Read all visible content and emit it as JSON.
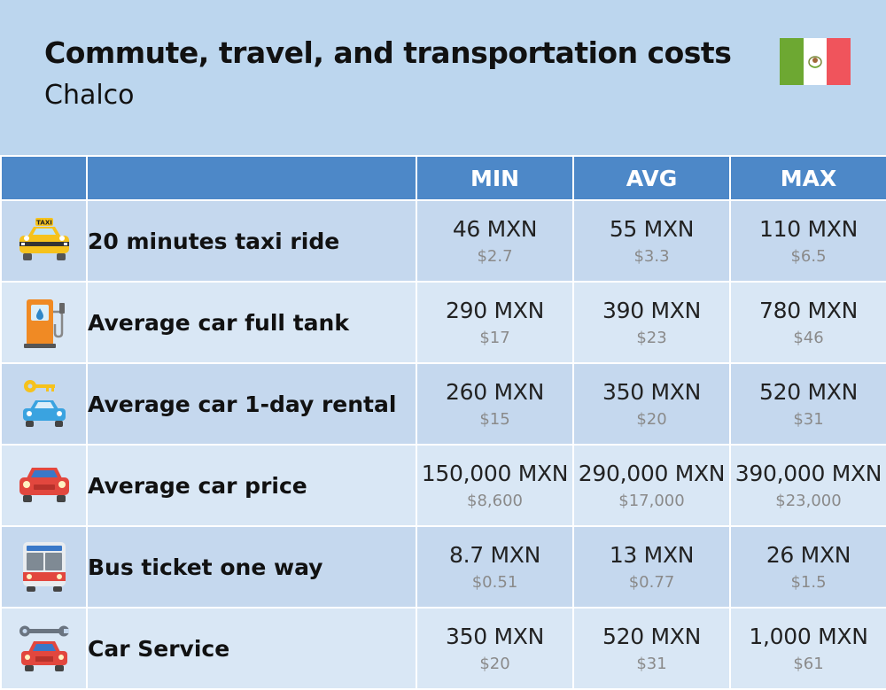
{
  "header": {
    "title": "Commute, travel, and transportation costs",
    "subtitle": "Chalco",
    "flag_icon": "mexico-flag-icon"
  },
  "table": {
    "columns": [
      "MIN",
      "AVG",
      "MAX"
    ],
    "rows": [
      {
        "icon": "taxi-icon",
        "label": "20 minutes taxi ride",
        "min": "46 MXN",
        "min_usd": "$2.7",
        "avg": "55 MXN",
        "avg_usd": "$3.3",
        "max": "110 MXN",
        "max_usd": "$6.5"
      },
      {
        "icon": "fuel-pump-icon",
        "label": "Average car full tank",
        "min": "290 MXN",
        "min_usd": "$17",
        "avg": "390 MXN",
        "avg_usd": "$23",
        "max": "780 MXN",
        "max_usd": "$46"
      },
      {
        "icon": "car-key-icon",
        "label": "Average car 1-day rental",
        "min": "260 MXN",
        "min_usd": "$15",
        "avg": "350 MXN",
        "avg_usd": "$20",
        "max": "520 MXN",
        "max_usd": "$31"
      },
      {
        "icon": "red-car-icon",
        "label": "Average car price",
        "min": "150,000 MXN",
        "min_usd": "$8,600",
        "avg": "290,000 MXN",
        "avg_usd": "$17,000",
        "max": "390,000 MXN",
        "max_usd": "$23,000"
      },
      {
        "icon": "bus-icon",
        "label": "Bus ticket one way",
        "min": "8.7 MXN",
        "min_usd": "$0.51",
        "avg": "13 MXN",
        "avg_usd": "$0.77",
        "max": "26 MXN",
        "max_usd": "$1.5"
      },
      {
        "icon": "car-service-wrench-icon",
        "label": "Car Service",
        "min": "350 MXN",
        "min_usd": "$20",
        "avg": "520 MXN",
        "avg_usd": "$31",
        "max": "1,000 MXN",
        "max_usd": "$61"
      }
    ]
  },
  "colors": {
    "background": "#bcd6ee",
    "header_row": "#4d88c8",
    "row_dark": "#c5d8ee",
    "row_light": "#d9e7f5"
  }
}
